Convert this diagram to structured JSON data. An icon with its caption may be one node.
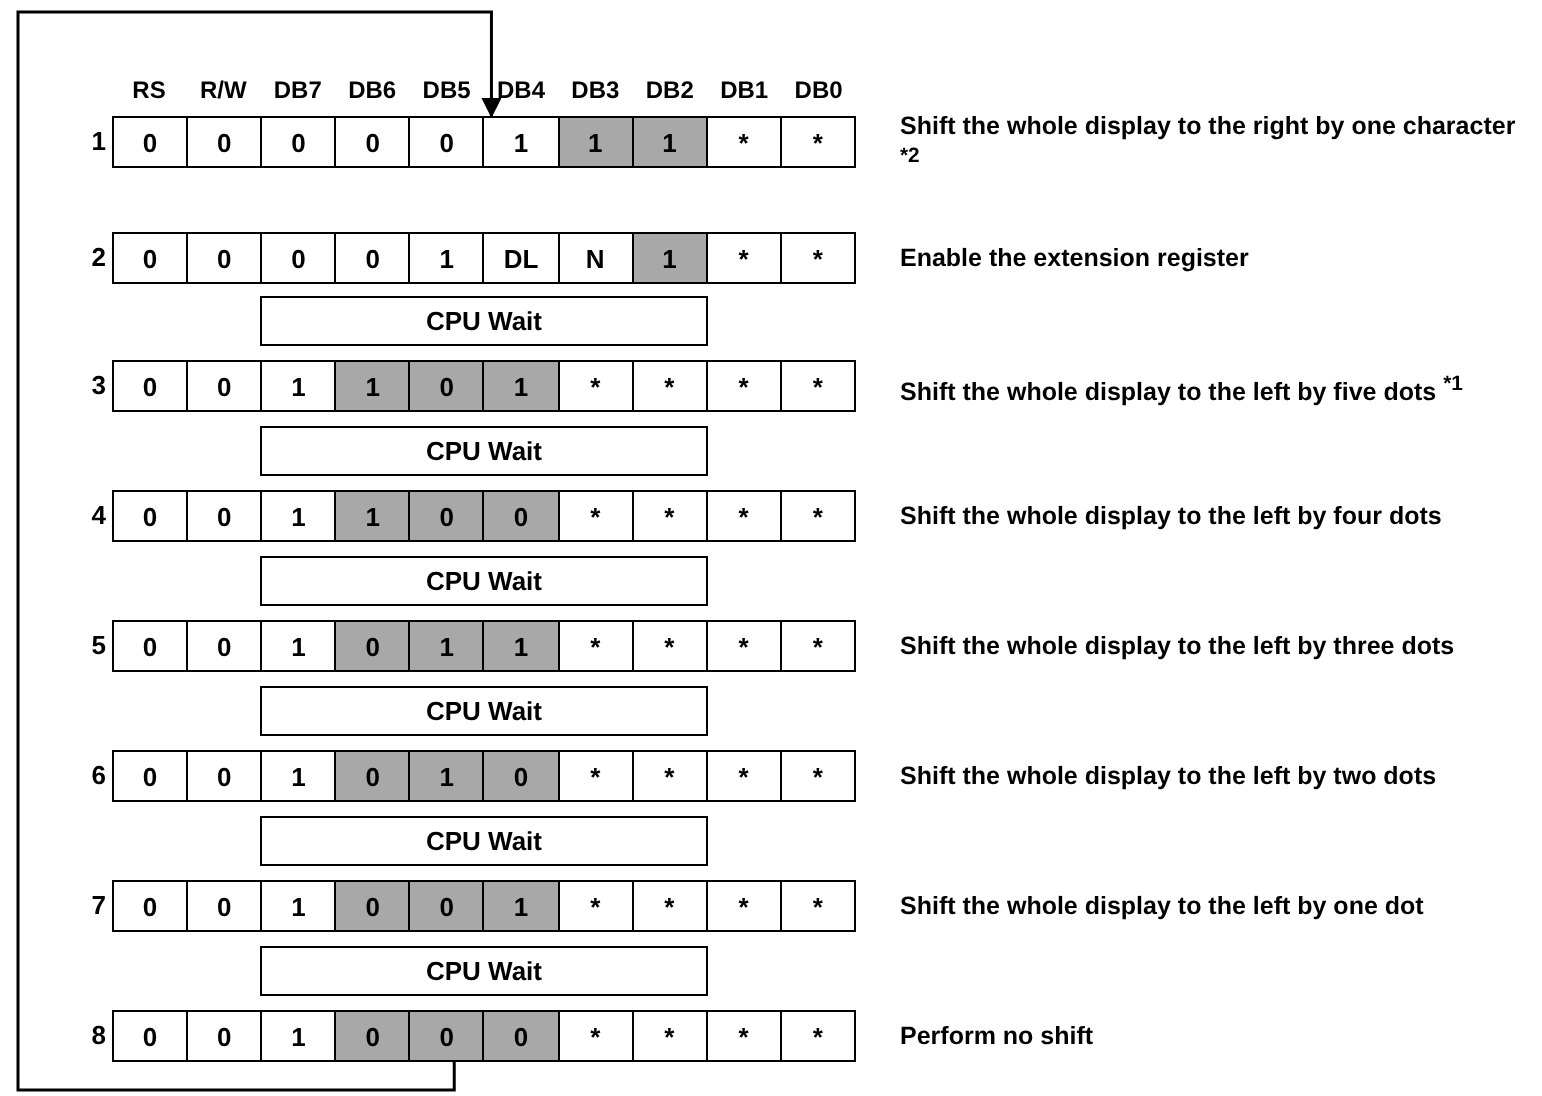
{
  "diagram": {
    "nodes": [
      {
        "text": [
          "0",
          "0",
          "0",
          "0",
          "0",
          "1",
          "1",
          "1",
          "*",
          "*"
        ],
        "beside": [
          "1",
          "Shift the whole display to the right by one character $^{*2}$"
        ]
      },
      {
        "text": [
          "0",
          "0",
          "0",
          "0",
          "1",
          "DL",
          "N",
          "1",
          "*",
          "*"
        ],
        "beside": [
          "2",
          "Enable the extension register"
        ]
      },
      {
        "text": [
          "CPU Wait"
        ]
      },
      {
        "text": [
          "0",
          "0",
          "1",
          "1",
          "0",
          "1",
          "*",
          "*",
          "*",
          "*"
        ],
        "beside": [
          "3",
          "Shift the whole display to the left by five dots $^{*1}$"
        ]
      },
      {
        "text": [
          "CPU Wait"
        ]
      },
      {
        "text": [
          "0",
          "0",
          "1",
          "1",
          "0",
          "0",
          "*",
          "*",
          "*",
          "*"
        ],
        "beside": [
          "4",
          "Shift the whole display to the left by four dots"
        ]
      },
      {
        "text": [
          "CPU Wait"
        ]
      },
      {
        "text": [
          "0",
          "0",
          "1",
          "0",
          "1",
          "1",
          "*",
          "*",
          "*",
          "*"
        ],
        "beside": [
          "5",
          "Shift the whole display to the left by three dots"
        ]
      },
      {
        "text": [
          "CPU Wait"
        ]
      },
      {
        "text": [
          "0",
          "0",
          "1",
          "0",
          "1",
          "0",
          "*",
          "*",
          "*",
          "*"
        ],
        "beside": [
          "6",
          "Shift the whole display to the left by two dots"
        ]
      },
      {
        "text": [
          "CPU Wait"
        ]
      },
      {
        "text": [
          "0",
          "0",
          "1",
          "0",
          "0",
          "1",
          "*",
          "*",
          "*",
          "*"
        ],
        "beside": [
          "7",
          "Shift the whole display to the left by one dot"
        ]
      },
      {
        "text": [
          "CPU Wait"
        ]
      },
      {
        "text": [
          "0",
          "0",
          "1",
          "0",
          "0",
          "0",
          "*",
          "*",
          "*",
          "*"
        ],
        "beside": [
          "8",
          "Perform no shift"
        ]
      }
    ],
    "edges": [
      {
        "from": 13,
        "to": 0,
        "arrow": "to"
      }
    ],
    "labels": [
      "RS",
      "R/W",
      "DB7",
      "DB6",
      "DB5",
      "DB4",
      "DB3",
      "DB2",
      "DB1",
      "DB0"
    ]
  }
}
